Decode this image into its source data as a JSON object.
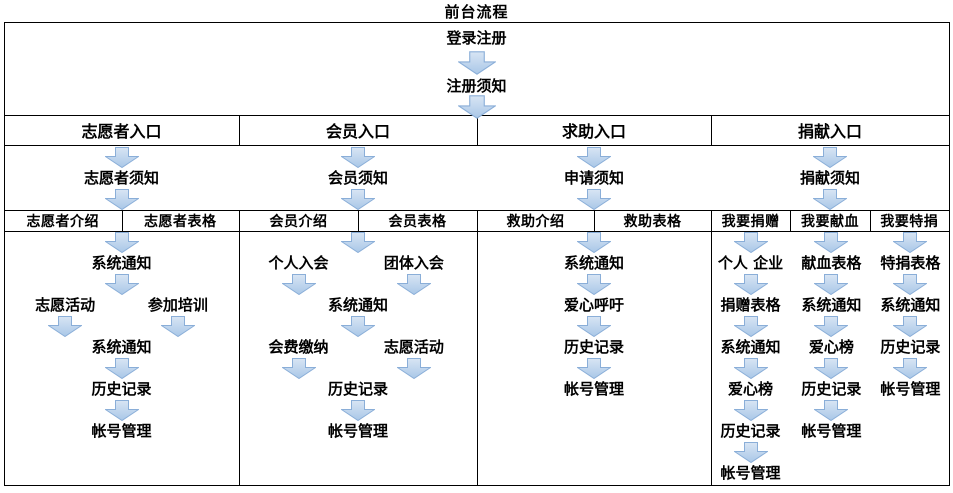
{
  "title": "前台流程",
  "colors": {
    "arrow_fill_top": "#d8e5f4",
    "arrow_fill_bottom": "#a9c7e7",
    "arrow_stroke": "#8aaed8",
    "line": "#000000",
    "text": "#000000",
    "background": "#ffffff"
  },
  "login_flow": {
    "steps": [
      "登录注册",
      "注册须知"
    ]
  },
  "columns": [
    {
      "header": "志愿者入口",
      "notice": "志愿者须知",
      "subheaders": [
        "志愿者介绍",
        "志愿者表格"
      ],
      "rows": [
        [
          {
            "type": "arrow",
            "lane": 0.5
          }
        ],
        [
          {
            "type": "node",
            "lane": 0.5,
            "label": "系统通知"
          }
        ],
        [
          {
            "type": "arrow",
            "lane": 0.5
          }
        ],
        [
          {
            "type": "node",
            "lane": 0.26,
            "label": "志愿活动"
          },
          {
            "type": "node",
            "lane": 0.74,
            "label": "参加培训"
          }
        ],
        [
          {
            "type": "arrow",
            "lane": 0.26
          },
          {
            "type": "arrow",
            "lane": 0.74
          }
        ],
        [
          {
            "type": "node",
            "lane": 0.5,
            "label": "系统通知"
          }
        ],
        [
          {
            "type": "arrow",
            "lane": 0.5
          }
        ],
        [
          {
            "type": "node",
            "lane": 0.5,
            "label": "历史记录"
          }
        ],
        [
          {
            "type": "arrow",
            "lane": 0.5
          }
        ],
        [
          {
            "type": "node",
            "lane": 0.5,
            "label": "帐号管理"
          }
        ]
      ]
    },
    {
      "header": "会员入口",
      "notice": "会员须知",
      "subheaders": [
        "会员介绍",
        "会员表格"
      ],
      "rows": [
        [
          {
            "type": "arrow",
            "lane": 0.5
          }
        ],
        [
          {
            "type": "node",
            "lane": 0.25,
            "label": "个人入会"
          },
          {
            "type": "node",
            "lane": 0.735,
            "label": "团体入会"
          }
        ],
        [
          {
            "type": "arrow",
            "lane": 0.25
          },
          {
            "type": "arrow",
            "lane": 0.735
          }
        ],
        [
          {
            "type": "node",
            "lane": 0.5,
            "label": "系统通知"
          }
        ],
        [
          {
            "type": "arrow",
            "lane": 0.5
          }
        ],
        [
          {
            "type": "node",
            "lane": 0.25,
            "label": "会费缴纳"
          },
          {
            "type": "node",
            "lane": 0.735,
            "label": "志愿活动"
          }
        ],
        [
          {
            "type": "arrow",
            "lane": 0.25
          },
          {
            "type": "arrow",
            "lane": 0.735
          }
        ],
        [
          {
            "type": "node",
            "lane": 0.5,
            "label": "历史记录"
          }
        ],
        [
          {
            "type": "arrow",
            "lane": 0.5
          }
        ],
        [
          {
            "type": "node",
            "lane": 0.5,
            "label": "帐号管理"
          }
        ]
      ]
    },
    {
      "header": "求助入口",
      "notice": "申请须知",
      "subheaders": [
        "救助介绍",
        "救助表格"
      ],
      "rows": [
        [
          {
            "type": "arrow",
            "lane": 0.5
          }
        ],
        [
          {
            "type": "node",
            "lane": 0.5,
            "label": "系统通知"
          }
        ],
        [
          {
            "type": "arrow",
            "lane": 0.5
          }
        ],
        [
          {
            "type": "node",
            "lane": 0.5,
            "label": "爱心呼吁"
          }
        ],
        [
          {
            "type": "arrow",
            "lane": 0.5
          }
        ],
        [
          {
            "type": "node",
            "lane": 0.5,
            "label": "历史记录"
          }
        ],
        [
          {
            "type": "arrow",
            "lane": 0.5
          }
        ],
        [
          {
            "type": "node",
            "lane": 0.5,
            "label": "帐号管理"
          }
        ]
      ]
    },
    {
      "header": "捐献入口",
      "notice": "捐献须知",
      "subheaders": [
        "我要捐赠",
        "我要献血",
        "我要特捐"
      ],
      "rows": [
        [
          {
            "type": "arrow",
            "lane": 0.166
          },
          {
            "type": "arrow",
            "lane": 0.506
          },
          {
            "type": "arrow",
            "lane": 0.838
          }
        ],
        [
          {
            "type": "node",
            "lane": 0.166,
            "label": "个人 企业"
          },
          {
            "type": "node",
            "lane": 0.506,
            "label": "献血表格"
          },
          {
            "type": "node",
            "lane": 0.838,
            "label": "特捐表格"
          }
        ],
        [
          {
            "type": "arrow",
            "lane": 0.166
          },
          {
            "type": "arrow",
            "lane": 0.506
          },
          {
            "type": "arrow",
            "lane": 0.838
          }
        ],
        [
          {
            "type": "node",
            "lane": 0.166,
            "label": "捐赠表格"
          },
          {
            "type": "node",
            "lane": 0.506,
            "label": "系统通知"
          },
          {
            "type": "node",
            "lane": 0.838,
            "label": "系统通知"
          }
        ],
        [
          {
            "type": "arrow",
            "lane": 0.166
          },
          {
            "type": "arrow",
            "lane": 0.506
          },
          {
            "type": "arrow",
            "lane": 0.838
          }
        ],
        [
          {
            "type": "node",
            "lane": 0.166,
            "label": "系统通知"
          },
          {
            "type": "node",
            "lane": 0.506,
            "label": "爱心榜"
          },
          {
            "type": "node",
            "lane": 0.838,
            "label": "历史记录"
          }
        ],
        [
          {
            "type": "arrow",
            "lane": 0.166
          },
          {
            "type": "arrow",
            "lane": 0.506
          },
          {
            "type": "arrow",
            "lane": 0.838
          }
        ],
        [
          {
            "type": "node",
            "lane": 0.166,
            "label": "爱心榜"
          },
          {
            "type": "node",
            "lane": 0.506,
            "label": "历史记录"
          },
          {
            "type": "node",
            "lane": 0.838,
            "label": "帐号管理"
          }
        ],
        [
          {
            "type": "arrow",
            "lane": 0.166
          },
          {
            "type": "arrow",
            "lane": 0.506
          }
        ],
        [
          {
            "type": "node",
            "lane": 0.166,
            "label": "历史记录"
          },
          {
            "type": "node",
            "lane": 0.506,
            "label": "帐号管理"
          }
        ],
        [
          {
            "type": "arrow",
            "lane": 0.166
          }
        ],
        [
          {
            "type": "node",
            "lane": 0.166,
            "label": "帐号管理"
          }
        ]
      ]
    }
  ]
}
